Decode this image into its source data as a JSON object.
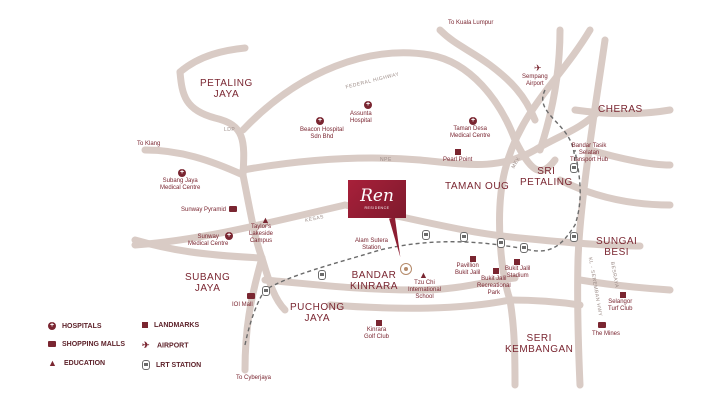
{
  "areas": {
    "petaling_jaya": "PETALING\nJAYA",
    "taman_oug": "TAMAN OUG",
    "cheras": "CHERAS",
    "sri_petaling": "SRI\nPETALING",
    "sungai_besi": "SUNGAI\nBESI",
    "subang_jaya": "SUBANG\nJAYA",
    "bandar_kinrara": "BANDAR\nKINRARA",
    "puchong_jaya": "PUCHONG\nJAYA",
    "seri_kembangan": "SERI\nKEMBANGAN"
  },
  "roads": {
    "federal_highway": "FEDERAL HIGHWAY",
    "ldp": "LDP",
    "npe": "NPE",
    "kesas": "KESAS",
    "mex": "MEX",
    "klsp": "KL - SEREMBAN HWY",
    "besraya": "BESRAYA"
  },
  "directions": {
    "kuala_lumpur": "To Kuala Lumpur",
    "klang": "To Klang",
    "cyberjaya": "To Cyberjaya"
  },
  "places": {
    "assunta": "Assunta\nHospital",
    "beacon": "Beacon Hospital\nSdn Bhd",
    "taman_desa": "Taman Desa\nMedical Centre",
    "pearl_point": "Pearl Point",
    "sempang": "Sempang\nAirport",
    "bandar_tasik": "Bandar Tasik\nSelatan\nTransport Hub",
    "subang_jaya_mc": "Subang Jaya\nMedical Centre",
    "sunway_pyramid": "Sunway Pyramid",
    "taylors": "Taylor's\nLakeside\nCampus",
    "sunway_mc": "Sunway\nMedical Centre",
    "alam_sutera": "Alam Sutera\nStation",
    "tzu_chi": "Tzu Chi\nInternational\nSchool",
    "pavilion": "Pavillion\nBukit Jalil",
    "bukit_jalil_park": "Bukit Jalil\nRecreational\nPark",
    "bukit_jalil_stadium": "Bukit Jalil\nStadium",
    "ioi_mall": "IOI Mall",
    "kinrara_golf": "Kinrara\nGolf Club",
    "selangor_turf": "Selangor\nTurf Club",
    "the_mines": "The Mines"
  },
  "ren": {
    "logo": "Ren",
    "sub": "RESIDENCE"
  },
  "legend": {
    "hospitals": "HOSPITALS",
    "shopping_malls": "SHOPPING MALLS",
    "education": "EDUCATION",
    "landmarks": "LANDMARKS",
    "airport": "AIRPORT",
    "lrt_station": "LRT STATION"
  },
  "colors": {
    "brand": "#7a2631",
    "road": "#d9cbc5",
    "sign": "#a8203a",
    "lrt": "#6b6b6b"
  }
}
